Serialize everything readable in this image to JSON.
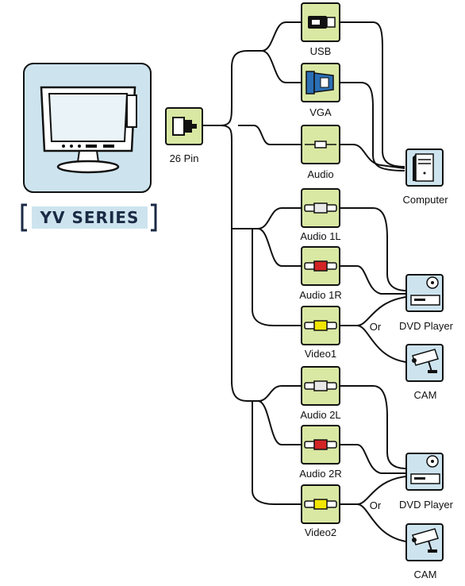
{
  "device": {
    "series_label": "YV SERIES"
  },
  "connector": {
    "label": "26 Pin"
  },
  "outputs": {
    "usb": "USB",
    "vga": "VGA",
    "audio": "Audio",
    "audio_1l": "Audio 1L",
    "audio_1r": "Audio 1R",
    "video1": "Video1",
    "audio_2l": "Audio 2L",
    "audio_2r": "Audio 2R",
    "video2": "Video2"
  },
  "destinations": {
    "computer": "Computer",
    "dvd_player_1": "DVD Player",
    "cam_1": "CAM",
    "dvd_player_2": "DVD Player",
    "cam_2": "CAM"
  },
  "or_labels": {
    "or_1": "Or",
    "or_2": "Or"
  },
  "colors": {
    "tile": "#d9e8a3",
    "device_bg": "#cde4ef",
    "rca_white": "#e8e8e8",
    "rca_red": "#d22424",
    "rca_yellow": "#f2e600",
    "vga_blue": "#2b6fb5",
    "series_bracket": "#1a2a44"
  }
}
